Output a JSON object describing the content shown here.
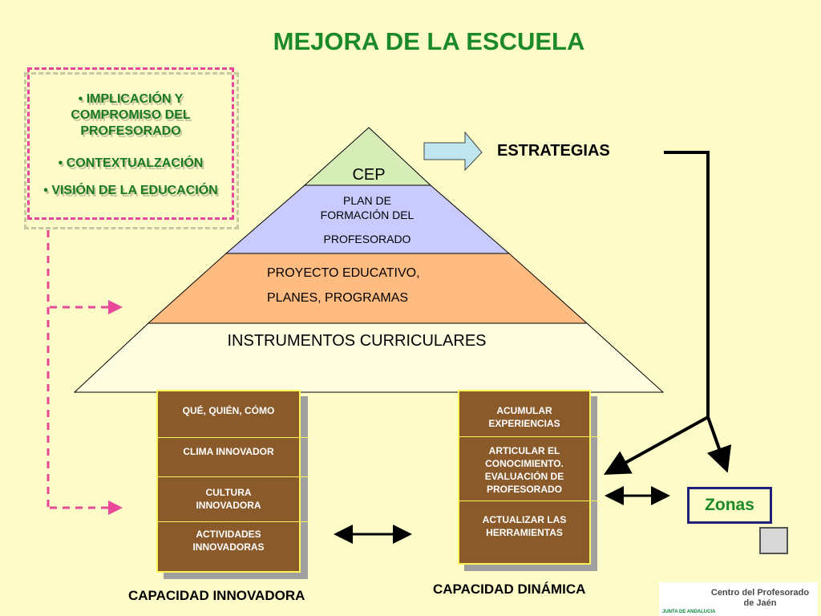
{
  "title": "MEJORA DE LA ESCUELA",
  "key_factors": [
    "• IMPLICACIÓN  Y COMPROMISO DEL PROFESORADO",
    "• CONTEXTUALZACIÓN",
    "• VISIÓN DE LA EDUCACIÓN"
  ],
  "strategies_label": "ESTRATEGIAS",
  "pyramid": {
    "apex": "CEP",
    "level2_line1": "PLAN DE",
    "level2_line2": "FORMACIÓN DEL",
    "level2_line3": "PROFESORADO",
    "level3_line1": "PROYECTO EDUCATIVO,",
    "level3_line2": "PLANES, PROGRAMAS",
    "base": "INSTRUMENTOS CURRICULARES"
  },
  "innovative_column": {
    "cells": [
      "QUÉ, QUIÉN, CÓMO",
      "CLIMA INNOVADOR",
      "CULTURA INNOVADORA",
      "ACTIVIDADES INNOVADORAS"
    ],
    "label": "CAPACIDAD INNOVADORA"
  },
  "dynamic_column": {
    "cells": [
      "ACUMULAR EXPERIENCIAS",
      "ARTICULAR EL CONOCIMIENTO. EVALUACIÓN DE PROFESORADO",
      "ACTUALIZAR LAS HERRAMIENTAS"
    ],
    "label": "CAPACIDAD DINÁMICA"
  },
  "zonas_label": "Zonas",
  "logo": {
    "line1": "Centro del Profesorado",
    "line2": "de Jaén",
    "sub": "JUNTA DE ANDALUCIA"
  },
  "colors": {
    "title": "#1d8a2a",
    "dash": "#e8479a",
    "apex_fill": "#d6edb8",
    "level2_fill": "#c9cbff",
    "level3_fill": "#ffbb80",
    "base_fill": "#fffde0",
    "box_fill": "#8b5a2b",
    "box_border": "#fff35a",
    "arrow_fill": "#bfe6ef"
  }
}
